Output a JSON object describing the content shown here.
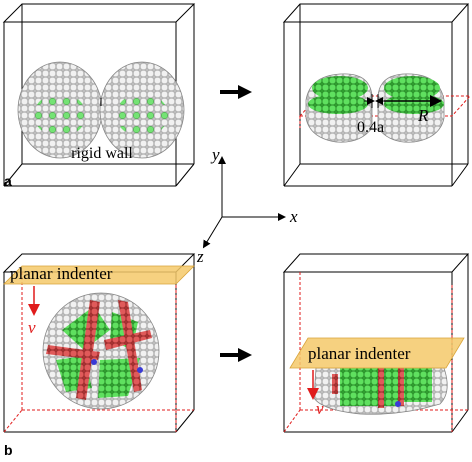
{
  "panels": {
    "a": {
      "letter": "a",
      "label_wall": "rigid wall",
      "label_gap": "0.4a",
      "label_radius": "R"
    },
    "b": {
      "letter": "b",
      "label_indenter_left": "planar indenter",
      "label_indenter_right": "planar indenter",
      "label_velocity_left": "v",
      "label_velocity_right": "v"
    }
  },
  "axes": {
    "x": "x",
    "y": "y",
    "z": "z"
  },
  "colors": {
    "atom_white": "#e8e8e8",
    "atom_green": "#4cd64c",
    "atom_red": "#d94a4a",
    "atom_blue": "#3a3ad6",
    "indenter_fill": "#f5c96a",
    "dash_red": "#e01b1b"
  }
}
